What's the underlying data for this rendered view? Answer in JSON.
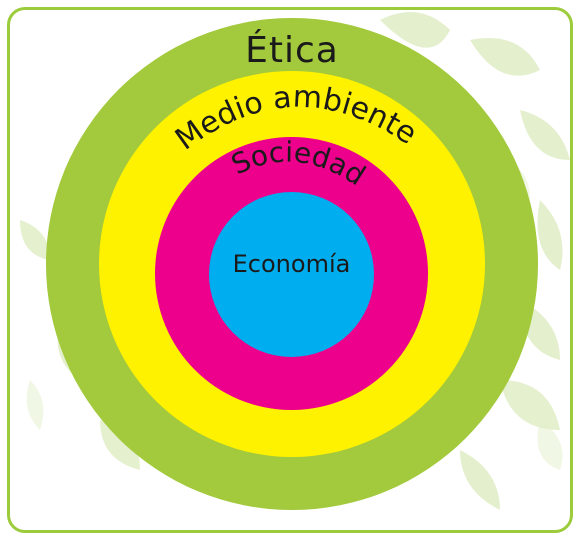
{
  "diagram": {
    "rings": [
      {
        "key": "etica",
        "label": "Ética",
        "color": "#a3c93c"
      },
      {
        "key": "medio_ambiente",
        "label": "Medio ambiente",
        "color": "#fff200"
      },
      {
        "key": "sociedad",
        "label": "Sociedad",
        "color": "#ec008c"
      },
      {
        "key": "economia",
        "label": "Economía",
        "color": "#00aeef"
      }
    ],
    "frame_color": "#9ccc3c",
    "background_motif": "leaves"
  }
}
